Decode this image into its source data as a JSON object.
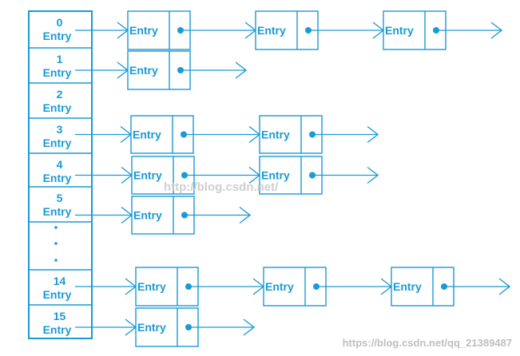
{
  "colors": {
    "primary": "#1a9ad6",
    "watermark": "#cfcfcf",
    "footer": "#bfbfbf",
    "background": "#ffffff"
  },
  "buckets": [
    {
      "index": "0",
      "label": "Entry"
    },
    {
      "index": "1",
      "label": "Entry"
    },
    {
      "index": "2",
      "label": "Entry"
    },
    {
      "index": "3",
      "label": "Entry"
    },
    {
      "index": "4",
      "label": "Entry"
    },
    {
      "index": "5",
      "label": "Entry"
    },
    {
      "index": "",
      "label": "",
      "ellipsis": true
    },
    {
      "index": "14",
      "label": "Entry"
    },
    {
      "index": "15",
      "label": "Entry"
    }
  ],
  "chains": [
    {
      "bucket": "0",
      "nodes": [
        "Entry",
        "Entry",
        "Entry"
      ]
    },
    {
      "bucket": "1",
      "nodes": [
        "Entry"
      ]
    },
    {
      "bucket": "3",
      "nodes": [
        "Entry",
        "Entry"
      ]
    },
    {
      "bucket": "4",
      "nodes": [
        "Entry",
        "Entry"
      ]
    },
    {
      "bucket": "5",
      "nodes": [
        "Entry"
      ]
    },
    {
      "bucket": "14",
      "nodes": [
        "Entry",
        "Entry",
        "Entry"
      ]
    },
    {
      "bucket": "15",
      "nodes": [
        "Entry"
      ]
    }
  ],
  "watermark": "http://blog.csdn.net/",
  "footer": "https://blog.csdn.net/qq_21389487"
}
